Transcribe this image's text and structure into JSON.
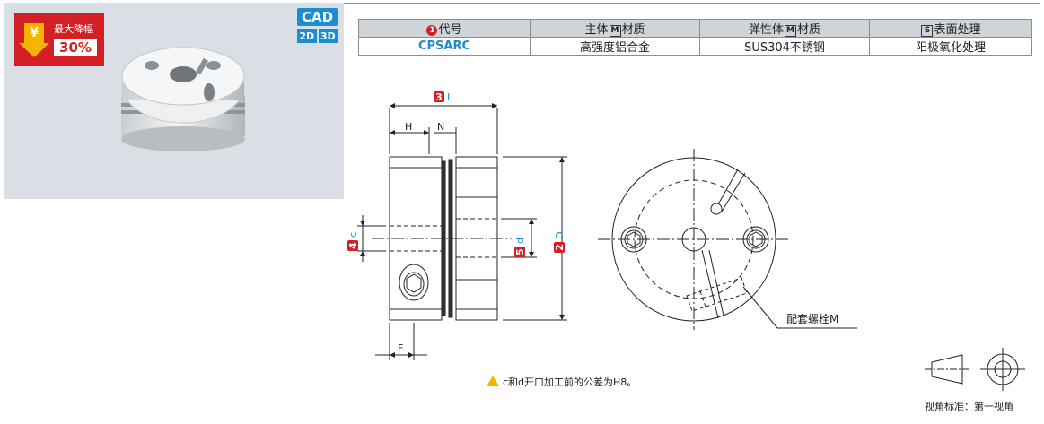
{
  "badge": {
    "label": "最大降幅",
    "percent": "30%",
    "currency_icon": "yen-arrow-icon"
  },
  "cad": {
    "title": "CAD",
    "tags": [
      "2D",
      "3D"
    ]
  },
  "spec_table": {
    "headers": [
      {
        "marker": "1",
        "text": "代号"
      },
      {
        "prefix": "主体",
        "marker": "M",
        "text": "材质"
      },
      {
        "prefix": "弹性体",
        "marker": "M",
        "text": "材质"
      },
      {
        "prefix": "",
        "marker": "S",
        "text": "表面处理"
      }
    ],
    "row": [
      "CPSARC",
      "高强度铝合金",
      "SUS304不锈钢",
      "阳极氧化处理"
    ]
  },
  "drawing": {
    "dims": {
      "L": {
        "num": "3",
        "label": "L"
      },
      "H": "H",
      "N": "N",
      "c": {
        "num": "4",
        "label": "c"
      },
      "d": {
        "num": "5",
        "label": "d"
      },
      "D": {
        "num": "2",
        "label": "D"
      },
      "F": "F"
    },
    "thread_label": "配套螺栓M"
  },
  "note": "c和d开口加工前的公差为H8。",
  "view_standard": "视角标准：第一视角",
  "colors": {
    "accent_blue": "#1a8ed1",
    "accent_red": "#d31f25",
    "header_gray": "#cdd5db"
  }
}
